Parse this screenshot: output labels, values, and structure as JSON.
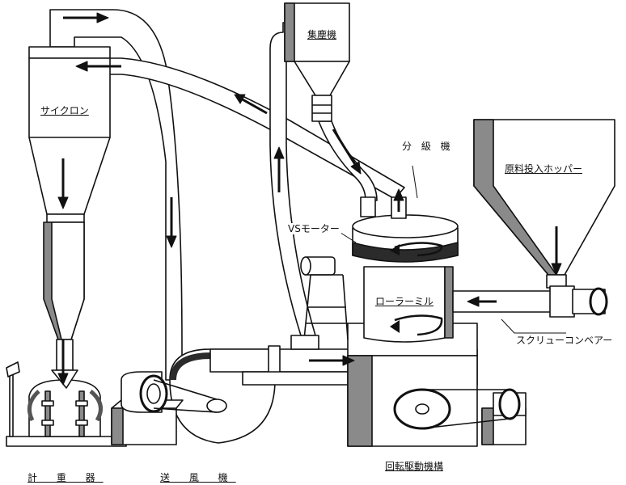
{
  "labels": {
    "dust_collector": "集塵機",
    "cyclone": "サイクロン",
    "classifier": "分 級 機",
    "raw_hopper": "原料投入ホッパー",
    "vs_motor": "VSモーター",
    "roller_mill": "ローラーミル",
    "screw_conveyor": "スクリューコンベアー",
    "rotary_drive": "回転駆動機構",
    "weigher": "計 重 器",
    "blower": "送 風 機"
  },
  "colors": {
    "line": "#111111",
    "fill": "#ffffff",
    "shade": "#8a8a8a",
    "dark": "#2b2b2b"
  }
}
